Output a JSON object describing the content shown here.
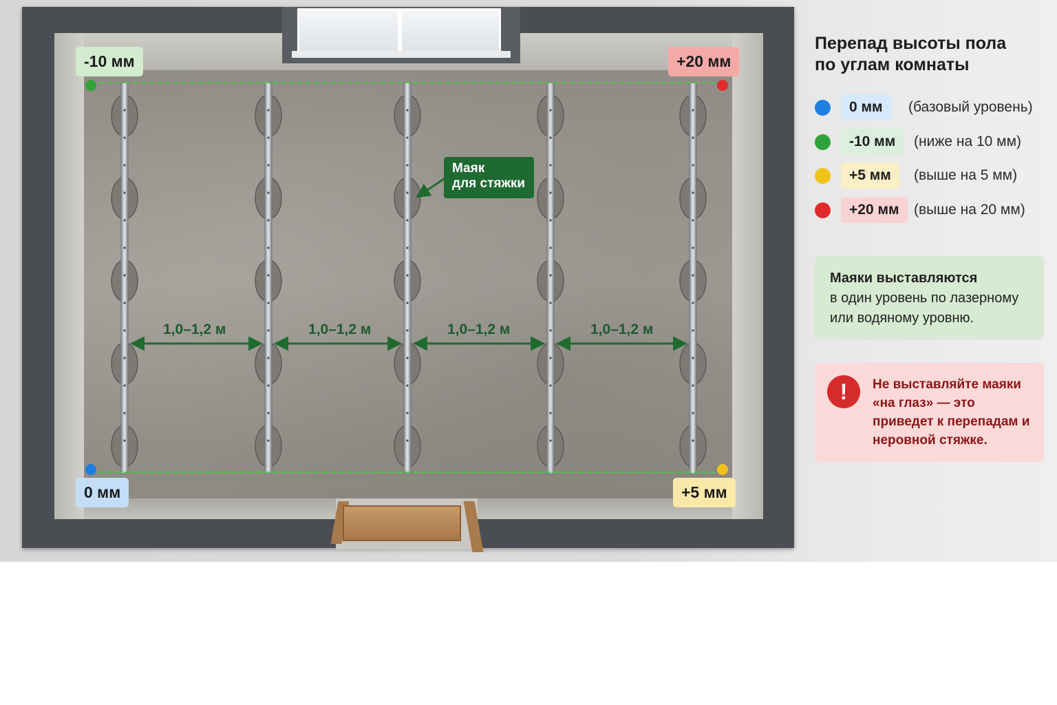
{
  "corners": {
    "top_left": {
      "label": "-10 мм",
      "color": "#2fa33a",
      "bg": "#d3ebcf"
    },
    "top_right": {
      "label": "+20 мм",
      "color": "#e02a2a",
      "bg": "#f4a9a7"
    },
    "bottom_left": {
      "label": "0 мм",
      "color": "#1f7fe0",
      "bg": "#c4def8"
    },
    "bottom_right": {
      "label": "+5 мм",
      "color": "#f2c21c",
      "bg": "#f9e8a8"
    }
  },
  "spacing_labels": [
    "1,0–1,2 м",
    "1,0–1,2 м",
    "1,0–1,2 м",
    "1,0–1,2 м"
  ],
  "beacon_callout": {
    "line1": "Маяк",
    "line2": "для стяжки"
  },
  "legend": {
    "title_line1": "Перепад высоты пола",
    "title_line2": "по углам комнаты",
    "items": [
      {
        "value": "0 мм",
        "desc": "(базовый уровень)",
        "dot": "#1f7fe0",
        "bg": "#d6e8fb"
      },
      {
        "value": "-10 мм",
        "desc": "(ниже на 10 мм)",
        "dot": "#2fa33a",
        "bg": "#dceedd"
      },
      {
        "value": "+5 мм",
        "desc": "(выше на 5 мм)",
        "dot": "#f2c21c",
        "bg": "#faefc6"
      },
      {
        "value": "+20 мм",
        "desc": "(выше на 20 мм)",
        "dot": "#e02a2a",
        "bg": "#f8d3d2"
      }
    ]
  },
  "note_info": {
    "line1": "Маяки выставляются",
    "line2": "в один уровень по лазерному",
    "line3": "или водяному уровню."
  },
  "note_warning": {
    "icon": "!",
    "text": "Не выставляйте маяки «на глаз» — это приведет к перепадам и неровной стяжке."
  }
}
